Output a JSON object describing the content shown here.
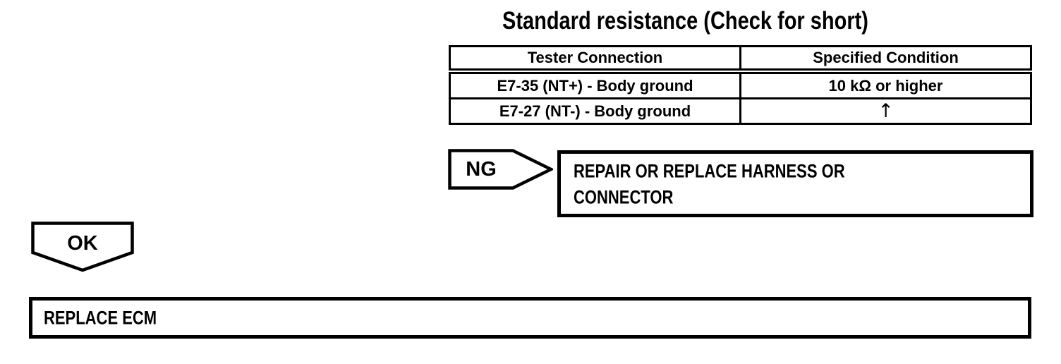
{
  "title": "Standard resistance (Check for short)",
  "table": {
    "headers": [
      "Tester Connection",
      "Specified Condition"
    ],
    "rows": [
      [
        "E7-35 (NT+) - Body ground",
        "10 kΩ or higher"
      ],
      [
        "E7-27 (NT-) - Body ground",
        "↑"
      ]
    ]
  },
  "flowchart": {
    "ng": {
      "label": "NG",
      "action": "REPAIR OR REPLACE HARNESS OR CONNECTOR"
    },
    "ok": {
      "label": "OK",
      "action": "REPLACE ECM"
    }
  },
  "colors": {
    "ink": "#000000",
    "background": "#ffffff"
  }
}
